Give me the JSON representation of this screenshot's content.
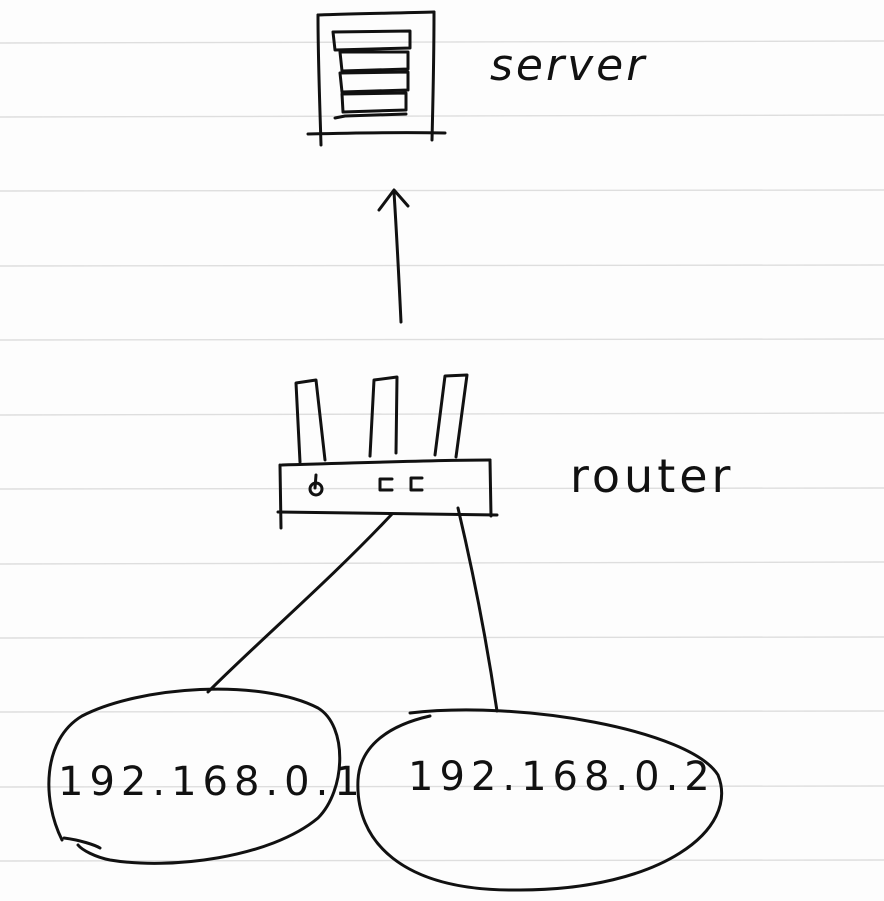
{
  "nodes": {
    "server": {
      "label": "server",
      "icon": "server-icon"
    },
    "router": {
      "label": "router",
      "icon": "router-icon"
    },
    "host1": {
      "label": "192.168.0.1"
    },
    "host2": {
      "label": "192.168.0.2"
    }
  },
  "edges": [
    {
      "from": "router",
      "to": "server",
      "directed": true
    },
    {
      "from": "router",
      "to": "host1",
      "directed": false
    },
    {
      "from": "router",
      "to": "host2",
      "directed": false
    }
  ],
  "colors": {
    "ink": "#111111",
    "rule_lines": "#dedede",
    "paper": "#fdfdfd"
  }
}
